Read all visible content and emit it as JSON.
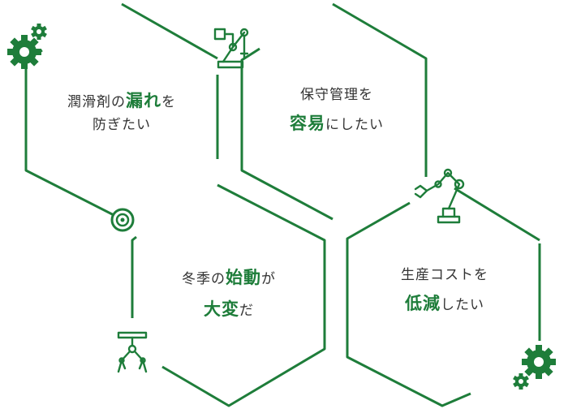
{
  "colors": {
    "accent": "#1e7d3a",
    "text": "#333333",
    "background": "#ffffff"
  },
  "cells": [
    {
      "lines": [
        [
          {
            "t": "潤滑剤の",
            "em": false
          },
          {
            "t": "漏れ",
            "em": true
          },
          {
            "t": "を",
            "em": false
          }
        ],
        [
          {
            "t": "防ぎたい",
            "em": false
          }
        ]
      ]
    },
    {
      "lines": [
        [
          {
            "t": "保守管理を",
            "em": false
          }
        ],
        [
          {
            "t": "容易",
            "em": true
          },
          {
            "t": "にしたい",
            "em": false
          }
        ]
      ]
    },
    {
      "lines": [
        [
          {
            "t": "冬季の",
            "em": false
          },
          {
            "t": "始動",
            "em": true
          },
          {
            "t": "が",
            "em": false
          }
        ],
        [
          {
            "t": "大変",
            "em": true
          },
          {
            "t": "だ",
            "em": false
          }
        ]
      ]
    },
    {
      "lines": [
        [
          {
            "t": "生産コストを",
            "em": false
          }
        ],
        [
          {
            "t": "低減",
            "em": true
          },
          {
            "t": "したい",
            "em": false
          }
        ]
      ]
    }
  ],
  "icons": [
    "gears-icon",
    "robot-arm-icon",
    "target-icon",
    "robot-arm-icon",
    "gripper-icon",
    "gears-icon"
  ]
}
